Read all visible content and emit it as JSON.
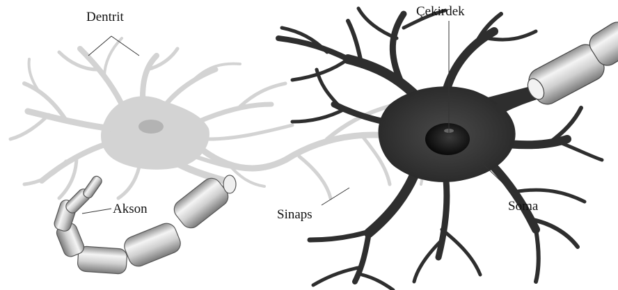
{
  "labels": {
    "dentrit": "Dentrit",
    "cekirdek": "Çekirdek",
    "akson": "Akson",
    "sinaps": "Sinaps",
    "soma": "Soma"
  },
  "colors": {
    "background": "#ffffff",
    "faded_neuron": "#d3d3d3",
    "faded_nucleus": "#b0b0b0",
    "dark_neuron": "#2e2e2e",
    "nucleus": "#0c0c0c",
    "myelin_light": "#f4f4f4",
    "myelin_dark": "#8e8e8e",
    "leader_line": "#333333",
    "label_text": "#111111"
  }
}
